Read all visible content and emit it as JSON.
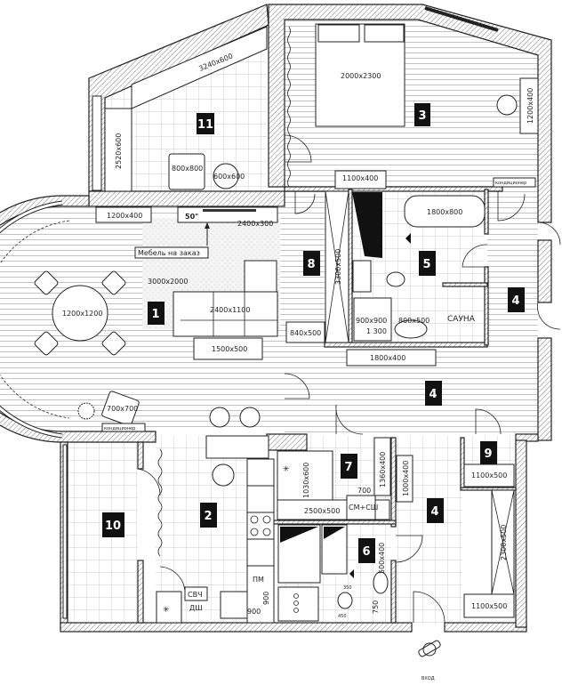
{
  "rooms": {
    "r1": "1",
    "r2": "2",
    "r3": "3",
    "r4a": "4",
    "r4b": "4",
    "r4c": "4",
    "r5": "5",
    "r6": "6",
    "r7": "7",
    "r8": "8",
    "r9": "9",
    "r10": "10",
    "r11": "11"
  },
  "dimensions": {
    "shelf_11_top": "3240x600",
    "shelf_11_left": "2520x600",
    "armchair_11": "800x800",
    "table_11": "600x600",
    "bed": "2000x2300",
    "dresser_3": "1200x400",
    "cabinet_3": "1100x400",
    "sideboard_1": "1200x400",
    "tv_stand": "2400x300",
    "tv_size": "50\"",
    "rug": "3000x2000",
    "sofa": "2400x1100",
    "coffee_table": "1500x500",
    "dining_table": "1200x1200",
    "armchair_1": "700x700",
    "wardrobe_8": "3300x500",
    "wardrobe_8_small": "840x500",
    "bathtub": "1800x800",
    "shower": "900x900",
    "shower_line": "1 300",
    "sink_5": "800x500",
    "hall_cabinet": "1800x400",
    "closet_9": "1100x500",
    "wardrobe_hall": "2300x500",
    "wardrobe_hall_small": "1100x500",
    "hall_console": "1000x400",
    "laundry_tall": "1360x400",
    "laundry_shelf": "1030x600",
    "laundry_counter": "2500x500",
    "laundry_700": "700",
    "sink_6": "500x400",
    "wc_450": "450",
    "wc_350": "350",
    "wc_750": "750",
    "kitchen_900a": "900",
    "kitchen_900b": "900"
  },
  "annotations": {
    "custom_furniture": "Мебель на заказ",
    "sauna": "САУНА",
    "microwave": "СВЧ",
    "oven": "ДШ",
    "dishwasher": "ПМ",
    "washer_dryer": "СМ+СШ",
    "ac_bedroom": "кондиционер",
    "ac_living": "кондиционер",
    "entrance": "ВХОД"
  }
}
